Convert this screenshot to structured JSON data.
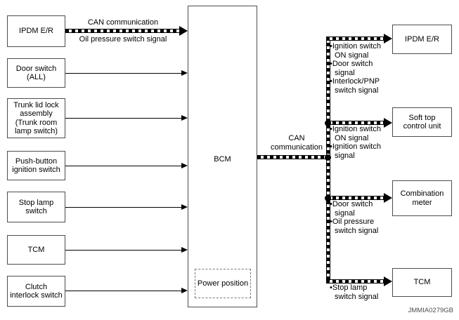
{
  "diagram": {
    "left_nodes": [
      {
        "label": "IPDM E/R"
      },
      {
        "label": "Door switch\n(ALL)"
      },
      {
        "label": "Trunk lid lock\nassembly\n(Trunk room\nlamp switch)"
      },
      {
        "label": "Push-button\nignition switch"
      },
      {
        "label": "Stop lamp\nswitch"
      },
      {
        "label": "TCM"
      },
      {
        "label": "Clutch\ninterlock switch"
      }
    ],
    "bcm": {
      "label": "BCM",
      "power_position_label": "Power position"
    },
    "ipdm_to_bcm_link": {
      "label_above": "CAN communication",
      "label_below": "Oil pressure switch signal"
    },
    "bcm_out_link": {
      "label": "CAN communication"
    },
    "branches": [
      {
        "target": "IPDM E/R",
        "signals": [
          "•Ignition switch ON signal",
          "•Door switch signal",
          "•Interlock/PNP switch signal"
        ]
      },
      {
        "target": "Soft top\ncontrol unit",
        "signals": [
          "•Ignition switch ON signal",
          "•Ignition switch signal"
        ]
      },
      {
        "target": "Combination\nmeter",
        "signals": [
          "•Door switch signal",
          "•Oil pressure switch signal"
        ]
      },
      {
        "target": "TCM",
        "signals": [
          "•Stop lamp switch signal"
        ]
      }
    ],
    "figure_id": "JMMIA0279GB"
  }
}
